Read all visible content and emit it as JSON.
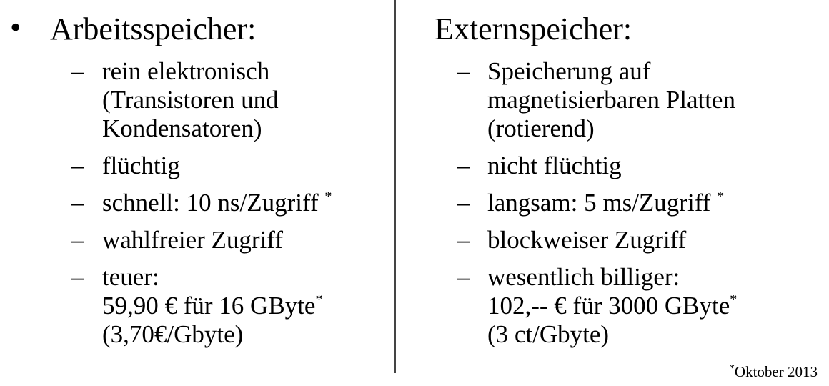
{
  "bullet_symbol": "•",
  "dash_symbol": "–",
  "superscript": "*",
  "left": {
    "heading": "Arbeitsspeicher:",
    "items": [
      {
        "lines": [
          "rein elektronisch",
          "(Transistoren und",
          "Kondensatoren)"
        ]
      },
      {
        "lines": [
          "flüchtig"
        ]
      },
      {
        "lines": [
          "schnell: 10 ns/Zugriff"
        ]
      },
      {
        "lines": [
          "wahlfreier Zugriff"
        ]
      },
      {
        "lines": [
          "teuer:",
          "59,90 € für 16 GByte",
          "(3,70€/Gbyte)"
        ]
      }
    ]
  },
  "right": {
    "heading": "Externspeicher:",
    "items": [
      {
        "lines": [
          "Speicherung auf",
          "magnetisierbaren Platten",
          "(rotierend)"
        ]
      },
      {
        "lines": [
          "nicht flüchtig"
        ]
      },
      {
        "lines": [
          "langsam: 5 ms/Zugriff"
        ]
      },
      {
        "lines": [
          "blockweiser Zugriff"
        ]
      },
      {
        "lines": [
          "wesentlich billiger:",
          "102,-- € für 3000 GByte",
          "(3 ct/Gbyte)"
        ]
      }
    ]
  },
  "footnote": {
    "text": "Oktober 2013"
  }
}
